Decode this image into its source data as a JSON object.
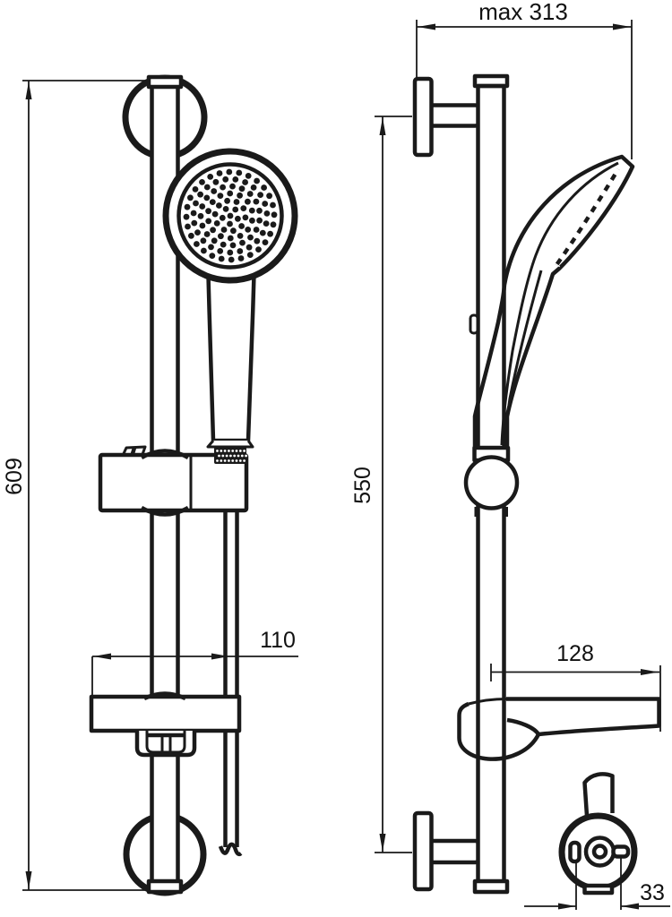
{
  "dimensions": {
    "max_width": "max 313",
    "rail_length": "609",
    "mounting_distance": "550",
    "dish_width": "110",
    "shelf_depth": "128",
    "slot_spacing": "33"
  },
  "colors": {
    "line": "#1a1a1a",
    "background": "#ffffff"
  }
}
